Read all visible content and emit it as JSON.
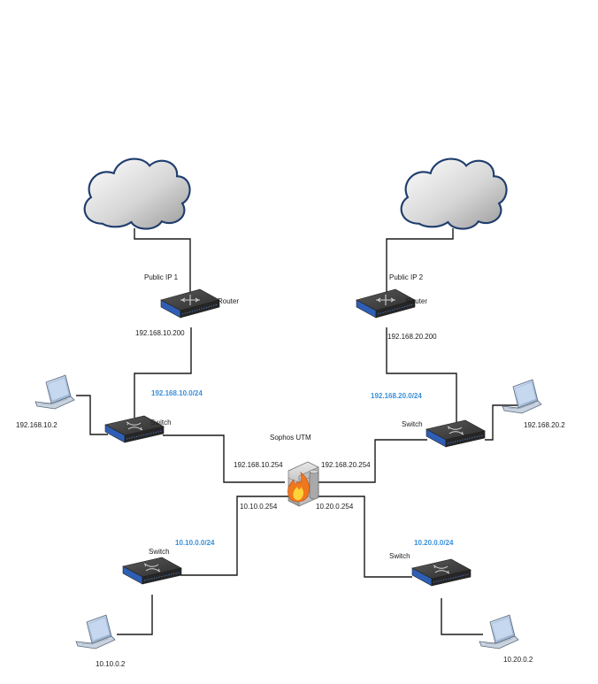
{
  "colors": {
    "link": "#1a1a1a",
    "network_label": "#3a8fd8",
    "cloud_outline": "#1f3d6e",
    "device_body": "#3a3a3a",
    "device_edge": "#2a5db0",
    "firewall_fire": "#f08a1c"
  },
  "nodes": {
    "public_ip_1": "Public IP 1",
    "public_ip_2": "Public IP 2",
    "router_left": "Router",
    "router_right": "Router",
    "router_left_ip": "192.168.10.200",
    "router_right_ip": "192.168.20.200",
    "net_left": "192.168.10.0/24",
    "net_right": "192.168.20.0/24",
    "switch_top_left": "Switch",
    "switch_top_right": "Switch",
    "laptop_top_left": "192.168.10.2",
    "laptop_top_right": "192.168.20.2",
    "utm_title": "Sophos UTM",
    "utm_ip_left": "192.168.10.254",
    "utm_ip_right": "192.168.20.254",
    "utm_ip_bottom_left": "10.10.0.254",
    "utm_ip_bottom_right": "10.20.0.254",
    "net_bottom_left": "10.10.0.0/24",
    "net_bottom_right": "10.20.0.0/24",
    "switch_bottom_left": "Switch",
    "switch_bottom_right": "Switch",
    "laptop_bottom_left": "10.10.0.2",
    "laptop_bottom_right": "10.20.0.2"
  },
  "icons": {
    "cloud": "cloud-icon",
    "router": "router-icon",
    "switch": "switch-icon",
    "laptop": "laptop-icon",
    "firewall": "firewall-icon"
  }
}
